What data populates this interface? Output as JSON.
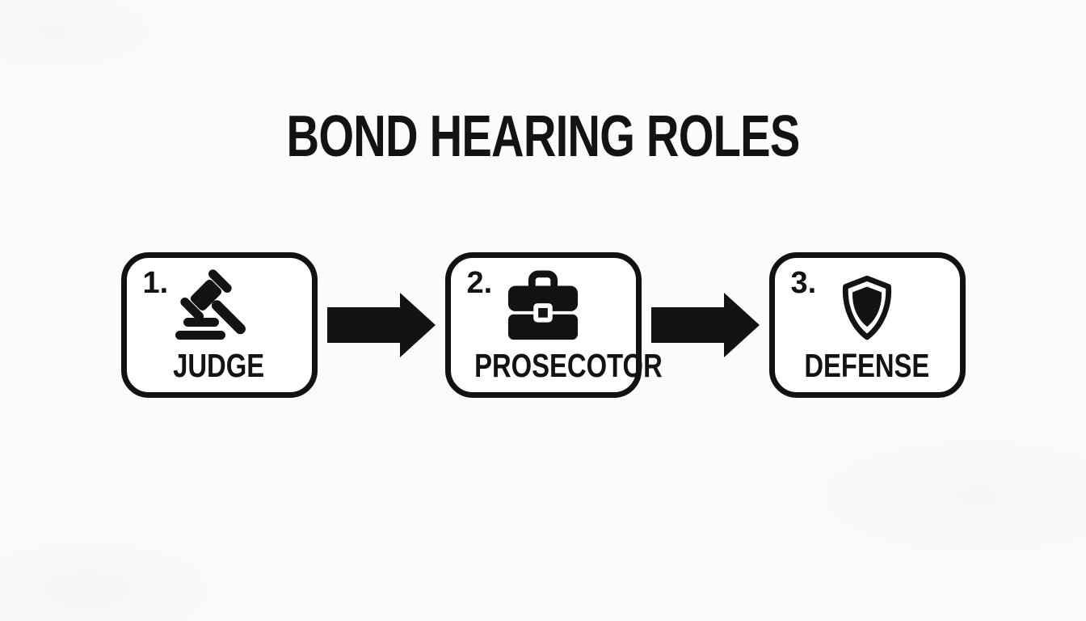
{
  "title": "BOND HEARING ROLES",
  "colors": {
    "ink": "#131313",
    "background": "#fbfbfb",
    "box_fill": "#ffffff"
  },
  "steps": [
    {
      "number": "1.",
      "label": "JUDGE",
      "icon": "gavel-icon"
    },
    {
      "number": "2.",
      "label": "PROSECOTOR",
      "icon": "briefcase-icon"
    },
    {
      "number": "3.",
      "label": "DEFENSE",
      "icon": "shield-icon"
    }
  ],
  "connectors": [
    {
      "type": "arrow-right"
    },
    {
      "type": "arrow-right"
    }
  ]
}
